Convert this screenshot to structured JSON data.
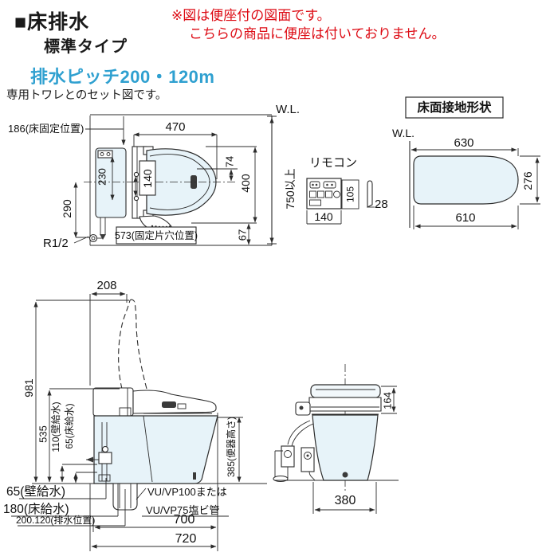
{
  "header": {
    "title": "■床排水",
    "subtitle": "標準タイプ",
    "drain_pitch": "排水ピッチ200・120m",
    "set_note": "専用トワレとのセット図です。",
    "warning": {
      "line1": "※図は便座付の図面です。",
      "line2": "こちらの商品に便座は付いておりません。"
    }
  },
  "colors": {
    "warning_red": "#dd0b14",
    "pitch_blue": "#2fa0d0",
    "line_dark": "#2b2b2b",
    "body_fill": "#e7f3f9"
  },
  "plan_view": {
    "wall_label": "W.L.",
    "dim_above_floor": "750以上",
    "dim_top": "470",
    "dim_fix_position": "186(床固定位置)",
    "dim_tank": "230",
    "dim_holes": "140",
    "dim_nozzle": "74",
    "dim_width": "400",
    "dim_side": "290",
    "dim_fix_holes": "573(固定片穴位置)",
    "dim_rear_gap": "67",
    "supply_thread": "R1/2"
  },
  "remote": {
    "label": "リモコン",
    "dim_width": "140",
    "dim_height": "105",
    "dim_depth": "28"
  },
  "floor_shape": {
    "title": "床面接地形状",
    "wall_label": "W.L.",
    "dim_top": "630",
    "dim_bottom": "610",
    "dim_height": "276"
  },
  "side_view": {
    "dim_top": "208",
    "dim_total_height": "981",
    "dim_seat_height": "535",
    "dim_wall_supply_h": "110(壁給水)",
    "dim_floor_supply_h": "65(床給水)",
    "dim_wall_supply": "65(壁給水)",
    "dim_floor_supply": "180(床給水)",
    "dim_drain_position": "200.120(排水位置)",
    "dim_bowl_height": "385(便器高さ)",
    "pipe_note_line1": "VU/VP100または",
    "pipe_note_line2": "VU/VP75塩ビ管",
    "dim_depth": "700",
    "dim_total_depth": "720"
  },
  "front_view": {
    "dim_lid_height": "164",
    "dim_width": "380"
  }
}
